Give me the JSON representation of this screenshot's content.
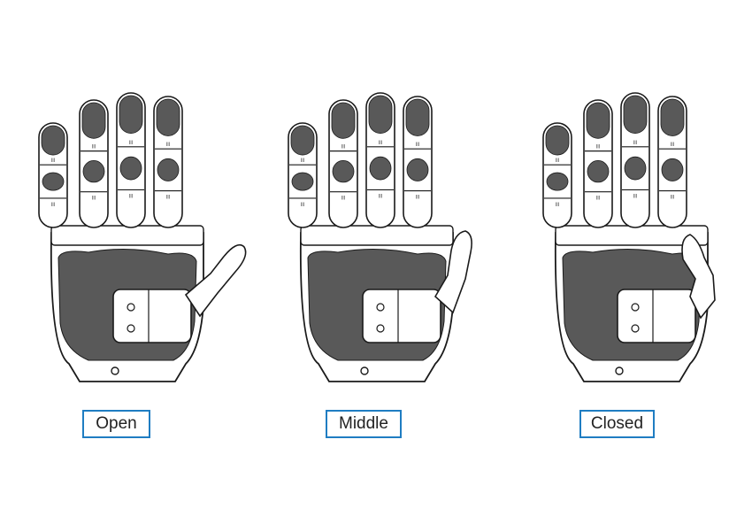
{
  "captions": {
    "open": "Open",
    "middle": "Middle",
    "closed": "Closed"
  },
  "colors": {
    "label_border": "#1f7dc2",
    "palm_fill": "#595959",
    "outline": "#1a1a1a",
    "shell": "#ffffff"
  },
  "icons": {
    "hand": "robotic-hand-icon"
  }
}
